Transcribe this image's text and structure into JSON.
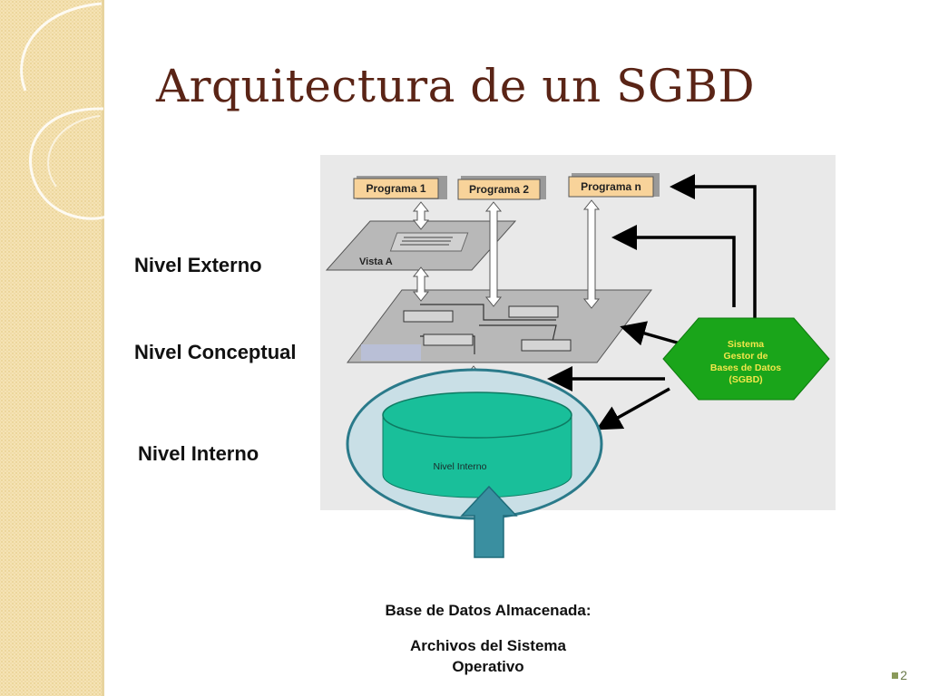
{
  "slide": {
    "title": "Arquitectura de un SGBD",
    "page_number": "2"
  },
  "levels": {
    "external": "Nivel Externo",
    "conceptual": "Nivel Conceptual",
    "internal": "Nivel Interno"
  },
  "diagram": {
    "programs": [
      "Programa 1",
      "Programa 2",
      "Programa n"
    ],
    "view_label": "Vista A",
    "dbms_lines": [
      "Sistema",
      "Gestor de",
      "Bases de Datos",
      "(SGBD)"
    ],
    "internal_label": "Nivel Interno"
  },
  "caption": {
    "line1": "Base de Datos Almacenada:",
    "line2": "Archivos del Sistema",
    "line3": "Operativo"
  },
  "colors": {
    "title": "#5a2416",
    "program_box": "#f8d39a",
    "plane": "#b8b8b8",
    "dbms_hexagon": "#1aa51a",
    "dbms_text": "#f2e64a",
    "cylinder": "#19bf9a",
    "ellipse_fill": "#c9dfe6",
    "ellipse_stroke": "#2a7a8a",
    "up_arrow": "#3a8fa0"
  }
}
